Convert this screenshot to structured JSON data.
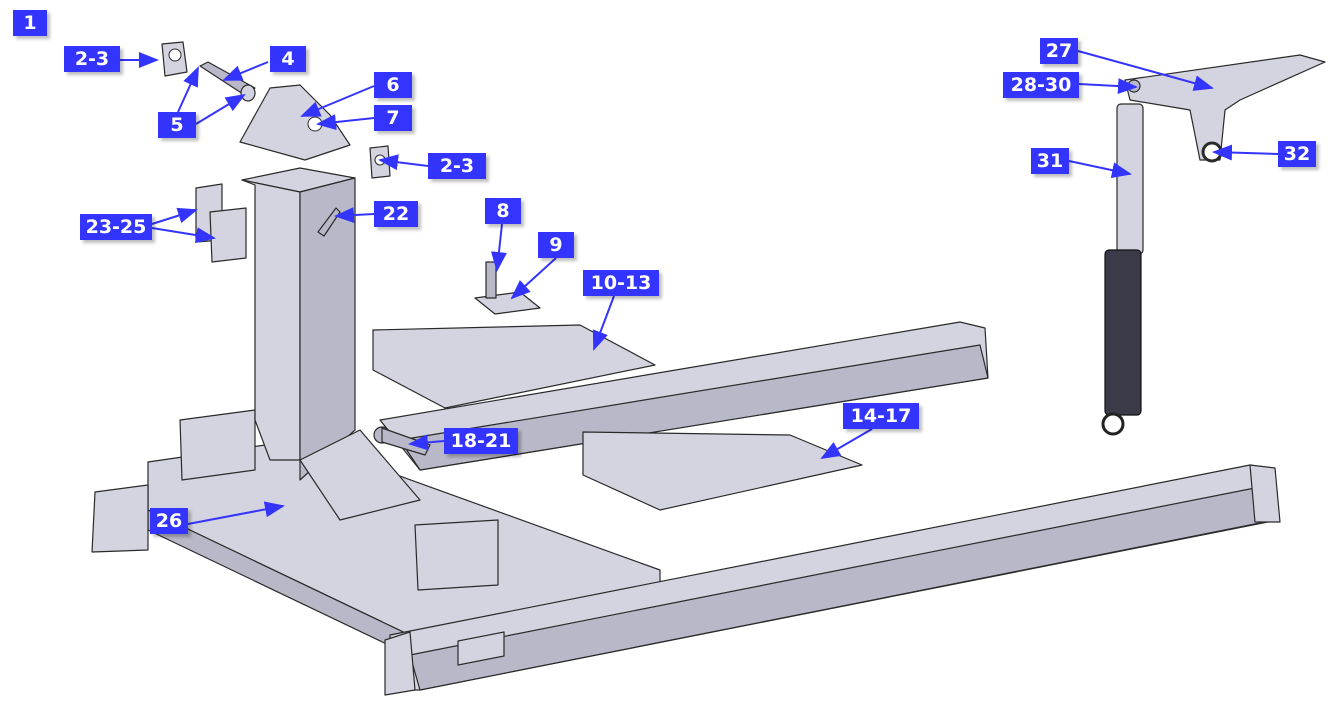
{
  "diagram": {
    "type": "exploded-parts-view",
    "callouts": [
      {
        "id": "c1",
        "text": "1"
      },
      {
        "id": "c2",
        "text": "2-3"
      },
      {
        "id": "c3",
        "text": "4"
      },
      {
        "id": "c4",
        "text": "5"
      },
      {
        "id": "c5",
        "text": "6"
      },
      {
        "id": "c6",
        "text": "7"
      },
      {
        "id": "c7",
        "text": "2-3"
      },
      {
        "id": "c8",
        "text": "22"
      },
      {
        "id": "c9",
        "text": "23-25"
      },
      {
        "id": "c10",
        "text": "8"
      },
      {
        "id": "c11",
        "text": "9"
      },
      {
        "id": "c12",
        "text": "10-13"
      },
      {
        "id": "c13",
        "text": "14-17"
      },
      {
        "id": "c14",
        "text": "18-21"
      },
      {
        "id": "c15",
        "text": "26"
      },
      {
        "id": "c16",
        "text": "27"
      },
      {
        "id": "c17",
        "text": "28-30"
      },
      {
        "id": "c18",
        "text": "31"
      },
      {
        "id": "c19",
        "text": "32"
      }
    ],
    "colors": {
      "callout": "#3434ff",
      "part": "#d4d4e0",
      "cylinder": "#3a3a48"
    }
  }
}
